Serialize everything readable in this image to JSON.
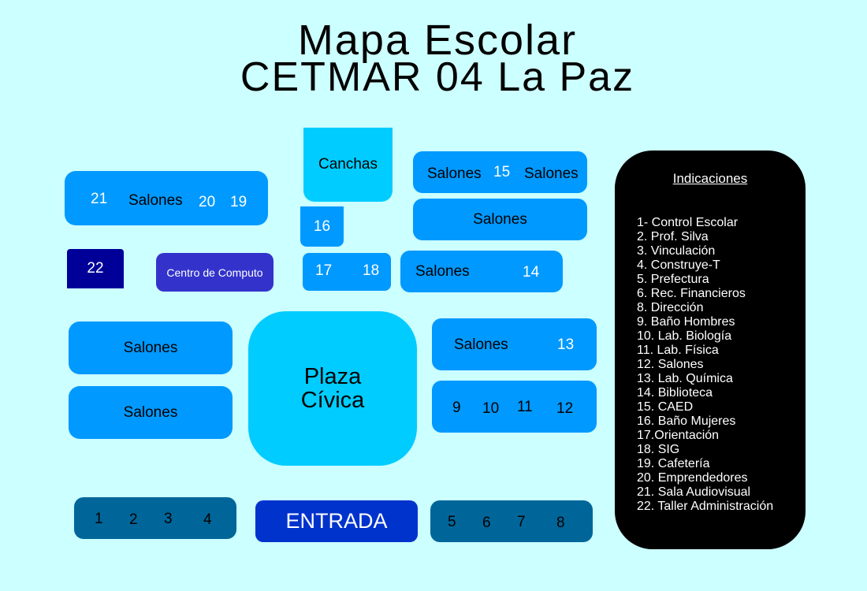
{
  "title": {
    "line1": "Mapa Escolar",
    "line2": "CETMAR 04 La Paz"
  },
  "colors": {
    "background": "#ccffff",
    "block_blue": "#0099ff",
    "block_light": "#00ccff",
    "block_navy": "#000099",
    "block_purple": "#3333cc",
    "block_teal": "#006699",
    "entrance": "#0033cc",
    "legend_bg": "#000000"
  },
  "map": {
    "canchas": "Canchas",
    "top_right": {
      "left": "Salones",
      "num": "15",
      "right": "Salones"
    },
    "salones_upper_right": "Salones",
    "left_top": {
      "n21": "21",
      "label": "Salones",
      "n20": "20",
      "n19": "19"
    },
    "b16": "16",
    "b22": "22",
    "centro_computo": "Centro de Computo",
    "b17_18": {
      "n17": "17",
      "n18": "18"
    },
    "biblioteca": {
      "label": "Salones",
      "num": "14"
    },
    "salones_left_1": "Salones",
    "salones_left_2": "Salones",
    "plaza": {
      "line1": "Plaza",
      "line2": "Cívica"
    },
    "lab_quimica": {
      "label": "Salones",
      "num": "13"
    },
    "row_9_12": {
      "n9": "9",
      "n10": "10",
      "n11": "11",
      "n12": "12"
    },
    "row_1_4": {
      "n1": "1",
      "n2": "2",
      "n3": "3",
      "n4": "4"
    },
    "entrada": "ENTRADA",
    "row_5_8": {
      "n5": "5",
      "n6": "6",
      "n7": "7",
      "n8": "8"
    }
  },
  "legend": {
    "title": "Indicaciones",
    "items": [
      "1- Control Escolar",
      "2. Prof. Silva",
      "3. Vinculación",
      "4. Construye-T",
      "5. Prefectura",
      "6. Rec. Financieros",
      "8. Dirección",
      "9. Baño Hombres",
      "10. Lab. Biología",
      "11. Lab. Física",
      "12. Salones",
      "13. Lab. Química",
      "14. Biblioteca",
      "15. CAED",
      "16. Baño Mujeres",
      "17.Orientación",
      "18. SIG",
      "19. Cafetería",
      "20. Emprendedores",
      "21. Sala Audiovisual",
      "22. Taller Administración"
    ]
  }
}
